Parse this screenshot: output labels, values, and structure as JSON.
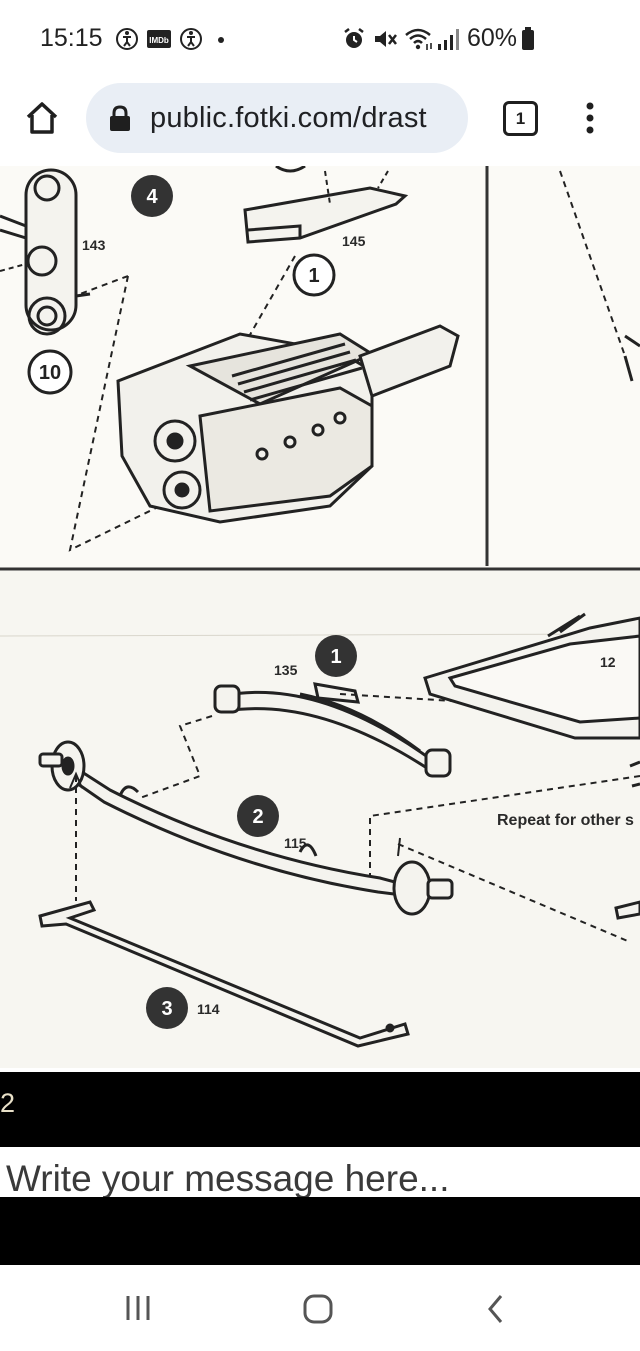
{
  "status_bar": {
    "time": "15:15",
    "battery": "60%",
    "left_icons": [
      "accessibility-icon",
      "imdb-icon",
      "accessibility-icon",
      "dot-icon"
    ],
    "right_icons": [
      "alarm-icon",
      "mute-icon",
      "wifi-icon",
      "signal-icon",
      "battery-icon"
    ]
  },
  "browser": {
    "url": "public.fotki.com/drast",
    "tab_count": "1",
    "icons": [
      "home-icon",
      "lock-icon",
      "tabs-icon",
      "more-vert-icon"
    ]
  },
  "instructions": {
    "part_labels": {
      "p143": "143",
      "p145": "145",
      "p135": "135",
      "p12": "12",
      "p115": "115",
      "p114": "114"
    },
    "step_numbers": {
      "s4": "4",
      "s1_top": "1",
      "s10": "10",
      "s1": "1",
      "s2": "2",
      "s3": "3"
    },
    "note": "Repeat for other s"
  },
  "page_bar": {
    "number": "2"
  },
  "message": {
    "placeholder": "Write your message here..."
  },
  "nav": {
    "icons": [
      "recent-apps-icon",
      "home-nav-icon",
      "back-icon"
    ]
  }
}
